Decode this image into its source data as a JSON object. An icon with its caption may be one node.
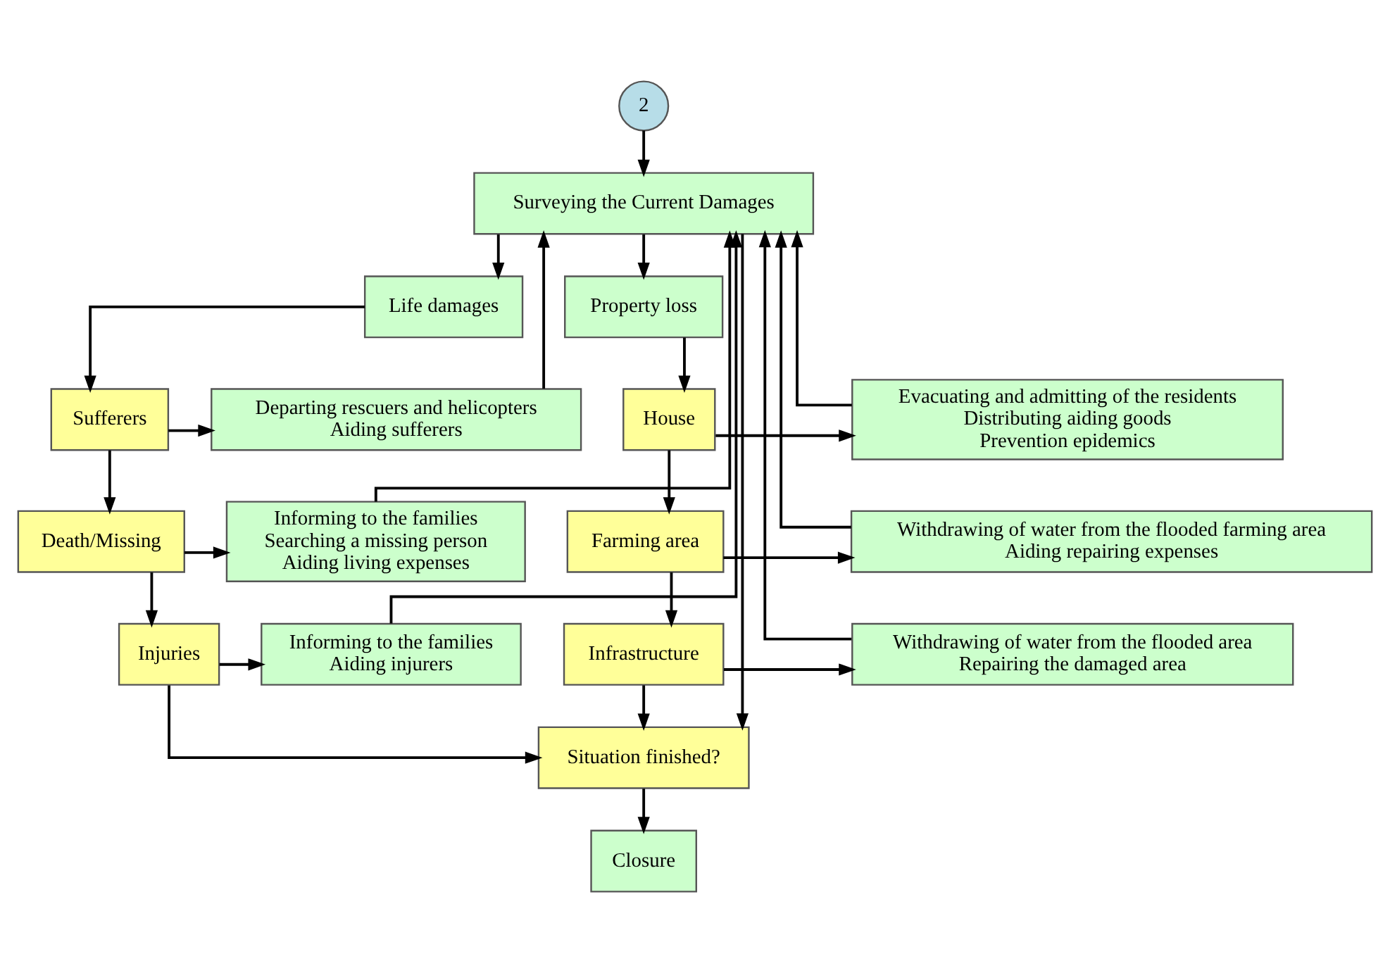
{
  "diagram": {
    "nodes": [
      {
        "text": [
          "2"
        ]
      },
      {
        "text": [
          "Surveying the Current Damages"
        ]
      },
      {
        "text": [
          "Life damages"
        ]
      },
      {
        "text": [
          "Property loss"
        ]
      },
      {
        "text": [
          "Departing rescuers and helicopters",
          "Aiding sufferers"
        ]
      },
      {
        "text": [
          "Sufferers"
        ]
      },
      {
        "text": [
          "House"
        ]
      },
      {
        "text": [
          "Evacuating and admitting of the residents",
          "Distributing aiding goods",
          "Prevention epidemics"
        ]
      },
      {
        "text": [
          "Informing to the families",
          "Searching a missing person",
          "Aiding living expenses"
        ]
      },
      {
        "text": [
          "Death/Missing"
        ]
      },
      {
        "text": [
          "Farming area"
        ]
      },
      {
        "text": [
          "Withdrawing of water from the flooded farming area",
          "Aiding repairing expenses"
        ]
      },
      {
        "text": [
          "Informing to the families",
          "Aiding injurers"
        ]
      },
      {
        "text": [
          "Injuries"
        ]
      },
      {
        "text": [
          "Infrastructure"
        ]
      },
      {
        "text": [
          "Withdrawing of water from the flooded area",
          "Repairing the damaged area"
        ]
      },
      {
        "text": [
          "Situation finished?"
        ]
      },
      {
        "text": [
          "Closure"
        ]
      }
    ],
    "edges": [
      {
        "from": 0,
        "to": 1,
        "arrow": "to"
      },
      {
        "from": 1,
        "to": 2,
        "arrow": "to"
      },
      {
        "from": 1,
        "to": 3,
        "arrow": "to"
      },
      {
        "from": 1,
        "to": 16,
        "arrow": "to"
      },
      {
        "from": 2,
        "to": 5,
        "arrow": "to"
      },
      {
        "from": 3,
        "to": 6,
        "arrow": "to"
      },
      {
        "from": 5,
        "to": 4,
        "arrow": "to"
      },
      {
        "from": 6,
        "to": 7,
        "arrow": "to"
      },
      {
        "from": 5,
        "to": 9,
        "arrow": "to"
      },
      {
        "from": 6,
        "to": 10,
        "arrow": "to"
      },
      {
        "from": 9,
        "to": 8,
        "arrow": "to"
      },
      {
        "from": 10,
        "to": 11,
        "arrow": "to"
      },
      {
        "from": 9,
        "to": 13,
        "arrow": "to"
      },
      {
        "from": 10,
        "to": 14,
        "arrow": "to"
      },
      {
        "from": 13,
        "to": 12,
        "arrow": "to"
      },
      {
        "from": 14,
        "to": 15,
        "arrow": "to"
      },
      {
        "from": 13,
        "to": 16,
        "arrow": "to"
      },
      {
        "from": 14,
        "to": 16,
        "arrow": "to"
      },
      {
        "from": 16,
        "to": 17,
        "arrow": "to"
      },
      {
        "from": 4,
        "to": 1,
        "arrow": "to"
      },
      {
        "from": 8,
        "to": 1,
        "arrow": "to"
      },
      {
        "from": 12,
        "to": 1,
        "arrow": "to"
      },
      {
        "from": 7,
        "to": 1,
        "arrow": "to"
      },
      {
        "from": 11,
        "to": 1,
        "arrow": "to"
      },
      {
        "from": 15,
        "to": 1,
        "arrow": "to"
      }
    ]
  }
}
